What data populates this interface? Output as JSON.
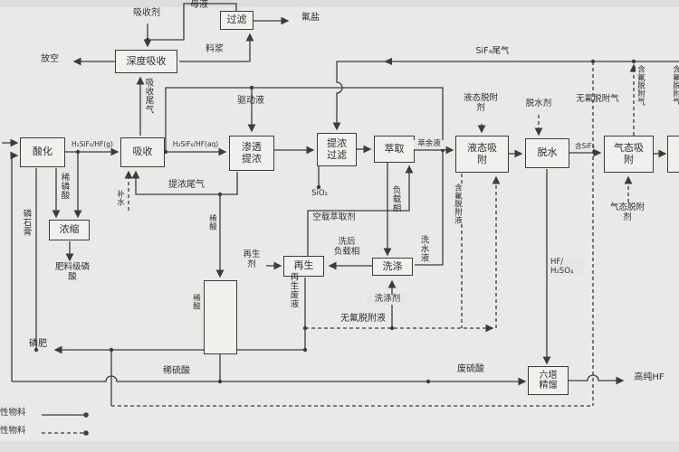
{
  "colors": {
    "line": "#3a3a3a",
    "background": "#e9e9e7",
    "box_fill": "#f3f3f0",
    "text": "#2c2c2c"
  },
  "nodes": {
    "deep_absorb": {
      "label": "深度吸收"
    },
    "filter": {
      "label": "过滤"
    },
    "acidify": {
      "label": "酸化"
    },
    "absorb": {
      "label": "吸收"
    },
    "osmosis": {
      "label": "渗透\n提浓"
    },
    "conc_filter": {
      "label": "提浓\n过滤"
    },
    "extract": {
      "label": "萃取"
    },
    "liq_adsorb": {
      "label": "液态吸\n附"
    },
    "dehydrate": {
      "label": "脱水"
    },
    "gas_adsorb": {
      "label": "气态吸\n附"
    },
    "concentrate": {
      "label": "浓缩"
    },
    "acid_tank": {
      "label": ""
    },
    "regen": {
      "label": "再生"
    },
    "wash": {
      "label": "洗涤"
    },
    "distill": {
      "label": "六塔\n精馏"
    },
    "edge_unit": {
      "label": ""
    }
  },
  "labels": {
    "absorbent": {
      "text": "吸收剂"
    },
    "mother_liquor": {
      "text": "母液"
    },
    "fluoride_salt": {
      "text": "氟盐"
    },
    "slurry": {
      "text": "料浆"
    },
    "vent": {
      "text": "放空"
    },
    "absorb_tailgas": {
      "text": "吸收尾气"
    },
    "sif4_tailgas": {
      "text": "SiF₄尾气"
    },
    "h2sif6_g": {
      "text": "H₂SiF₆/HF(g)"
    },
    "h2sif6_aq": {
      "text": "H₂SiF₆/HF(aq)"
    },
    "driving_liquid": {
      "text": "驱动液"
    },
    "conc_tailgas": {
      "text": "提浓尾气"
    },
    "makeup_water": {
      "text": "补水"
    },
    "dilute_h3po4": {
      "text": "稀磷酸"
    },
    "phosphogypsum": {
      "text": "磷石膏"
    },
    "fert_acid": {
      "text": "肥料级磷\n酸"
    },
    "sio2": {
      "text": "SiO₂"
    },
    "raffinate": {
      "text": "萃余液"
    },
    "loaded_phase": {
      "text": "负载相"
    },
    "washed_loaded": {
      "text": "洗后\n负载相"
    },
    "wash_water": {
      "text": "洗水液"
    },
    "regenerant": {
      "text": "再生\n剂"
    },
    "regen_waste": {
      "text": "再生废液"
    },
    "detergent": {
      "text": "洗涤剂"
    },
    "barren_extractant": {
      "text": "空载萃取剂"
    },
    "no_f_liquid": {
      "text": "无氟脱附液"
    },
    "liq_desorbent": {
      "text": "液态脱附\n剂"
    },
    "dehydrant": {
      "text": "脱水剂"
    },
    "no_f_gas": {
      "text": "无氟脱附气"
    },
    "f_gas": {
      "text": "含氟脱附气"
    },
    "f_liquid": {
      "text": "含氟脱附液"
    },
    "gas_desorbent": {
      "text": "气态脱附\n剂"
    },
    "sif4_stream": {
      "text": "含SiF₄"
    },
    "hf_h2so4": {
      "text": "HF/\nH₂SO₄"
    },
    "phos_fert": {
      "text": "磷肥"
    },
    "dilute_h2so4": {
      "text": "稀硫酸"
    },
    "waste_h2so4": {
      "text": "废硫酸"
    },
    "pure_hf": {
      "text": "高纯HF"
    },
    "dilute_acid_upper": {
      "text": "稀酸"
    },
    "dilute_acid_lower": {
      "text": "稀酸"
    },
    "f_gas_edge": {
      "text": "含氟脱附气"
    }
  },
  "legend": {
    "items": [
      {
        "label": "性物料",
        "style": "solid"
      },
      {
        "label": "性物料",
        "style": "dashed"
      }
    ]
  }
}
